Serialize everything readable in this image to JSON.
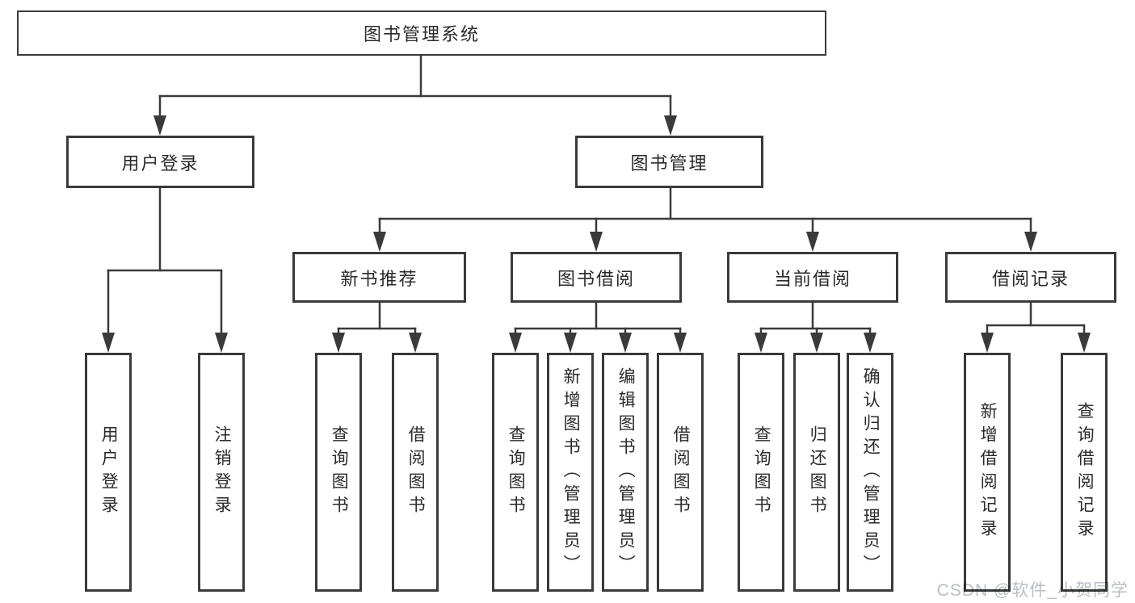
{
  "colors": {
    "background": "#ffffff",
    "line": "#3a3a3a",
    "text": "#2a2a2a",
    "watermark": "#b9bdc4"
  },
  "diagram": {
    "root": {
      "label": "图书管理系统"
    },
    "branches": [
      {
        "label": "用户登录",
        "children": [
          {
            "label": "用户登录"
          },
          {
            "label": "注销登录"
          }
        ]
      },
      {
        "label": "图书管理",
        "children": [
          {
            "label": "新书推荐",
            "children": [
              {
                "label": "查询图书"
              },
              {
                "label": "借阅图书"
              }
            ]
          },
          {
            "label": "图书借阅",
            "children": [
              {
                "label": "查询图书"
              },
              {
                "label": "新增图书（管理员）"
              },
              {
                "label": "编辑图书（管理员）"
              },
              {
                "label": "借阅图书"
              }
            ]
          },
          {
            "label": "当前借阅",
            "children": [
              {
                "label": "查询图书"
              },
              {
                "label": "归还图书"
              },
              {
                "label": "确认归还（管理员）"
              }
            ]
          },
          {
            "label": "借阅记录",
            "children": [
              {
                "label": "新增借阅记录"
              },
              {
                "label": "查询借阅记录"
              }
            ]
          }
        ]
      }
    ]
  },
  "watermark": {
    "text": "CSDN @软件_小贺同学"
  }
}
